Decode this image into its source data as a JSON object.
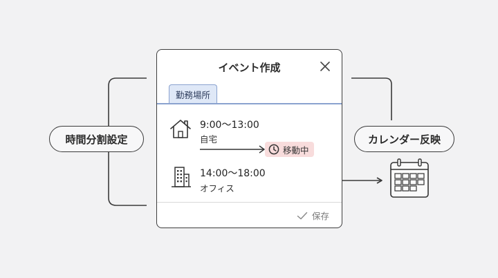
{
  "left_label": "時間分割設定",
  "right_label": "カレンダー反映",
  "dialog": {
    "title": "イベント作成",
    "tab_label": "勤務場所",
    "slots": [
      {
        "time": "9:00〜13:00",
        "place": "自宅",
        "icon": "house-icon"
      },
      {
        "time": "14:00〜18:00",
        "place": "オフィス",
        "icon": "building-icon"
      }
    ],
    "transit_badge": "移動中",
    "save_label": "保存"
  },
  "colors": {
    "tab_fill": "#dfe8f7",
    "tab_border": "#8aa2cf",
    "badge_fill": "#f8dcdc",
    "outline": "#3a3a3a"
  }
}
